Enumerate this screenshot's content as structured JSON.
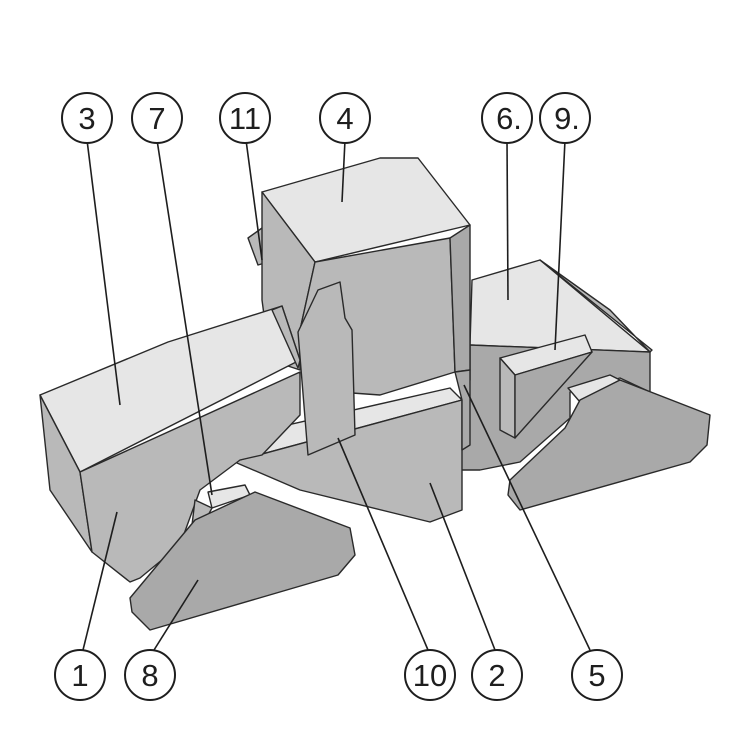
{
  "colors": {
    "light_face": "#e6e6e6",
    "mid_face": "#b9b9b9",
    "dark_face": "#a9a9a9",
    "outline": "#2a2a2a",
    "callout_stroke": "#1e1e1e",
    "background": "#ffffff"
  },
  "callouts": [
    {
      "id": "1",
      "text": "1"
    },
    {
      "id": "2",
      "text": "2"
    },
    {
      "id": "3",
      "text": "3"
    },
    {
      "id": "4",
      "text": "4"
    },
    {
      "id": "5",
      "text": "5"
    },
    {
      "id": "6",
      "text": "6."
    },
    {
      "id": "7",
      "text": "7"
    },
    {
      "id": "8",
      "text": "8"
    },
    {
      "id": "9",
      "text": "9."
    },
    {
      "id": "10",
      "text": "10"
    },
    {
      "id": "11",
      "text": "11"
    }
  ]
}
